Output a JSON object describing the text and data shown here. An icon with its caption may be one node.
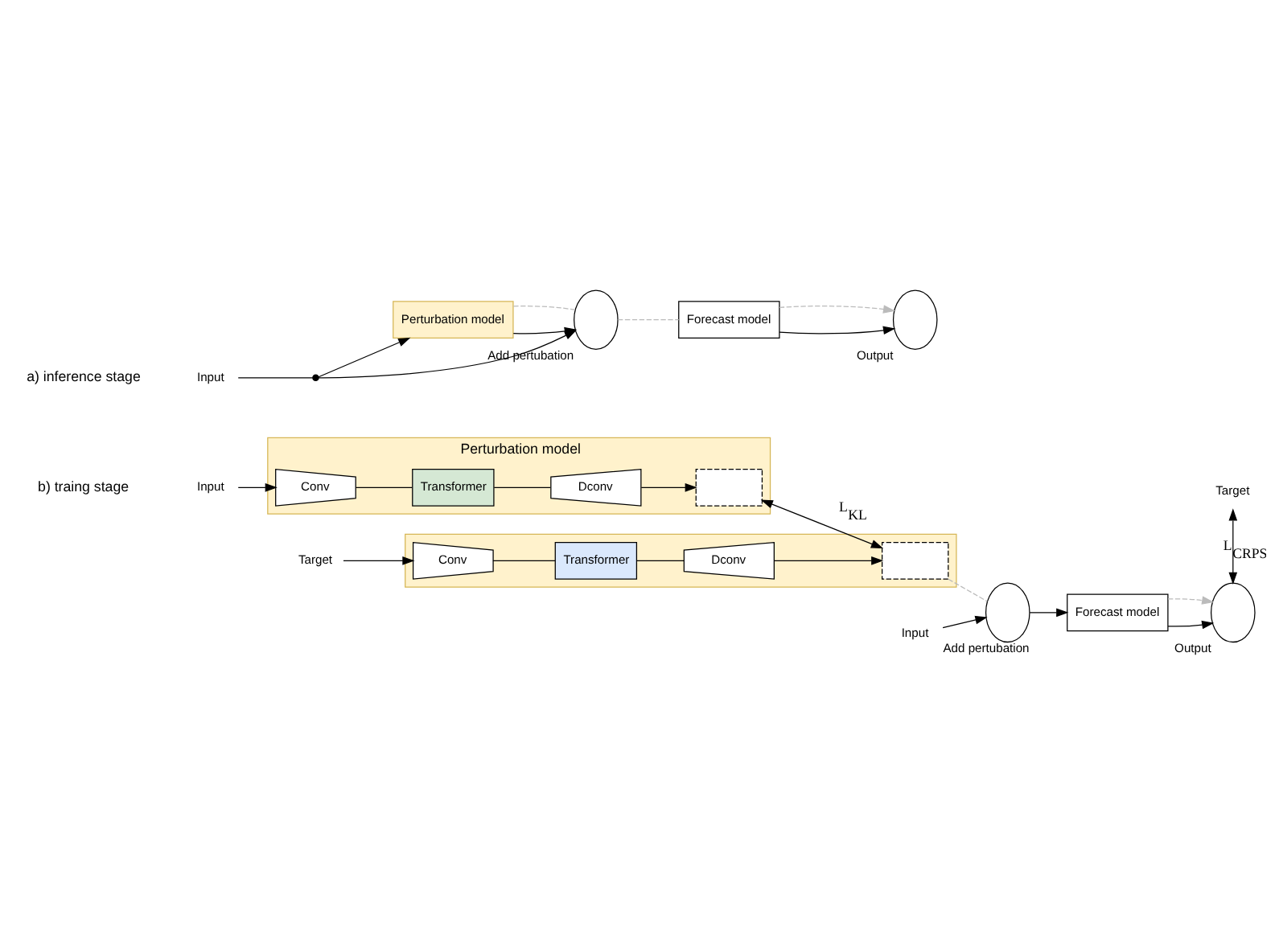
{
  "diagram": {
    "nodes": [
      {
        "text": [
          "Input"
        ]
      },
      {
        "text": [],
        "shape": "dot"
      },
      {
        "text": [
          "Perturbation model"
        ]
      },
      {
        "text": [],
        "shape": "circle",
        "beside": [
          "Add pertubation"
        ]
      },
      {
        "text": [
          "Forecast model"
        ]
      },
      {
        "text": [],
        "shape": "circle",
        "beside": [
          "Output"
        ]
      },
      {
        "text": [
          "Perturbation model"
        ]
      },
      {
        "text": [
          "Conv"
        ],
        "in": 6
      },
      {
        "text": [
          "Transformer"
        ],
        "in": 6
      },
      {
        "text": [
          "Dconv"
        ],
        "in": 6
      },
      {
        "text": [],
        "shape": "box",
        "in": 6
      },
      {
        "text": [
          "Input"
        ]
      },
      {
        "text": [],
        "shape": "box"
      },
      {
        "text": [
          "Conv"
        ],
        "in": 12
      },
      {
        "text": [
          "Transformer"
        ],
        "in": 12
      },
      {
        "text": [
          "Dconv"
        ],
        "in": 12
      },
      {
        "text": [],
        "shape": "box",
        "in": 12
      },
      {
        "text": [
          "Target"
        ]
      },
      {
        "text": [],
        "shape": "circle",
        "beside": [
          "Add pertubation"
        ]
      },
      {
        "text": [
          "Input"
        ]
      },
      {
        "text": [
          "Forecast model"
        ]
      },
      {
        "text": [],
        "shape": "circle",
        "beside": [
          "Output"
        ]
      },
      {
        "text": [
          "Target"
        ]
      }
    ],
    "edges": [
      {
        "from": 0,
        "to": 1,
        "arrow": "none"
      },
      {
        "from": 1,
        "to": 3,
        "arrow": "to"
      },
      {
        "from": 1,
        "to": 2,
        "arrow": "to"
      },
      {
        "from": 2,
        "to": 3,
        "arrow": "to"
      },
      {
        "from": 2,
        "to": 3,
        "arrow": "none",
        "style": "dashed",
        "color": "#bbbbbb"
      },
      {
        "from": 3,
        "to": 4,
        "arrow": "none",
        "style": "dashed",
        "color": "#bbbbbb"
      },
      {
        "from": 4,
        "to": 5,
        "arrow": "to"
      },
      {
        "from": 4,
        "to": 5,
        "arrow": "to",
        "style": "dashed",
        "color": "#bbbbbb"
      },
      {
        "from": 11,
        "to": 7,
        "arrow": "to"
      },
      {
        "from": 7,
        "to": 8,
        "arrow": "none"
      },
      {
        "from": 8,
        "to": 9,
        "arrow": "none"
      },
      {
        "from": 9,
        "to": 10,
        "arrow": "to"
      },
      {
        "from": 17,
        "to": 13,
        "arrow": "to"
      },
      {
        "from": 13,
        "to": 14,
        "arrow": "none"
      },
      {
        "from": 14,
        "to": 15,
        "arrow": "none"
      },
      {
        "from": 15,
        "to": 16,
        "arrow": "to"
      },
      {
        "from": 10,
        "to": 16,
        "arrow": "both",
        "label": "L$_{KL}$"
      },
      {
        "from": 16,
        "to": 18,
        "arrow": "none",
        "style": "dashed",
        "color": "#bbbbbb"
      },
      {
        "from": 19,
        "to": 18,
        "arrow": "to"
      },
      {
        "from": 18,
        "to": 20,
        "arrow": "to"
      },
      {
        "from": 20,
        "to": 21,
        "arrow": "to"
      },
      {
        "from": 20,
        "to": 21,
        "arrow": "to",
        "style": "dashed",
        "color": "#bbbbbb"
      },
      {
        "from": 22,
        "to": 21,
        "arrow": "both",
        "label": "L$_{CRPS}$"
      }
    ],
    "labels": [
      "a) inference stage",
      "b) traing stage"
    ]
  }
}
